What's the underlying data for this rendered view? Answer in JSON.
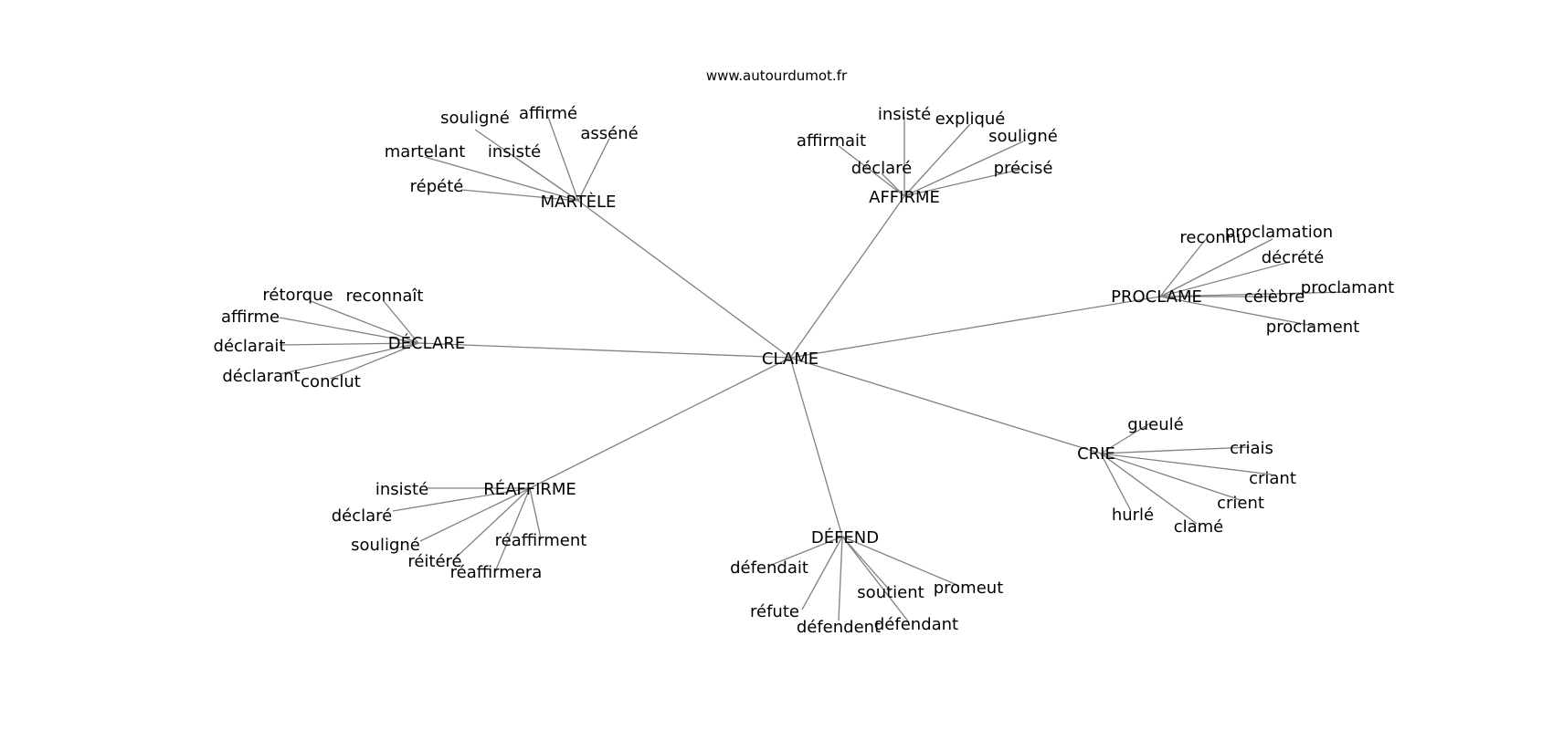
{
  "header": {
    "site": "www.autourdumot.fr"
  },
  "graph": {
    "center": "CLAME",
    "edge_color": "#808080",
    "hubs": [
      {
        "label": "MARTÈLE",
        "leaves": [
          "souligné",
          "affirmé",
          "asséné",
          "martelant",
          "insisté",
          "répété"
        ]
      },
      {
        "label": "AFFIRME",
        "leaves": [
          "insisté",
          "expliqué",
          "affirmait",
          "souligné",
          "déclaré",
          "précisé"
        ]
      },
      {
        "label": "PROCLAME",
        "leaves": [
          "reconnu",
          "proclamation",
          "décrété",
          "proclamant",
          "célèbre",
          "proclament"
        ]
      },
      {
        "label": "DÉCLARE",
        "leaves": [
          "rétorque",
          "reconnaît",
          "affirme",
          "déclarait",
          "déclarant",
          "conclut"
        ]
      },
      {
        "label": "CRIE",
        "leaves": [
          "gueulé",
          "criais",
          "criant",
          "crient",
          "hurlé",
          "clamé"
        ]
      },
      {
        "label": "RÉAFFIRME",
        "leaves": [
          "insisté",
          "déclaré",
          "réaffirment",
          "souligné",
          "réitéré",
          "réaffirmera"
        ]
      },
      {
        "label": "DÉFEND",
        "leaves": [
          "défendait",
          "soutient",
          "promeut",
          "réfute",
          "défendent",
          "défendant"
        ]
      }
    ]
  }
}
